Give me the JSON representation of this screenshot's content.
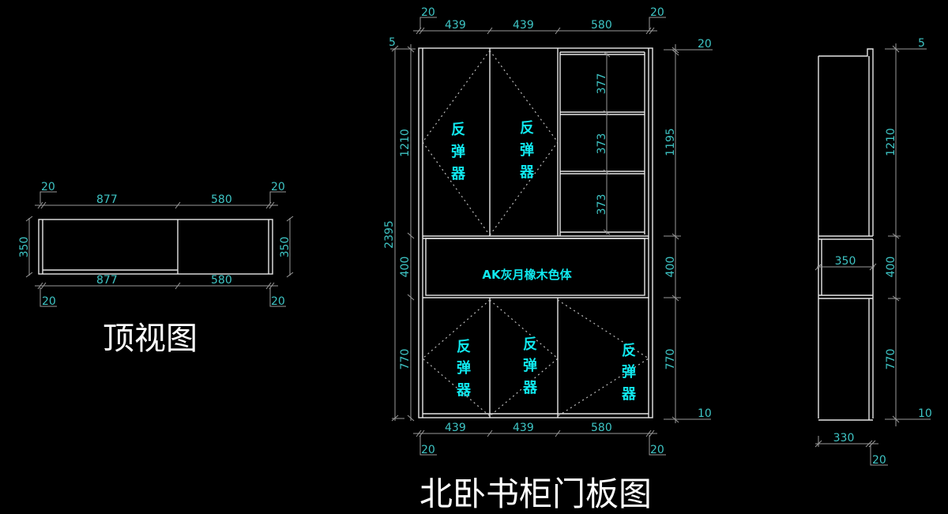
{
  "colors": {
    "background": "#000000",
    "outline": "#e6e6e6",
    "dimension_line": "#9a9a9a",
    "dimension_text": "#3ec4c4",
    "annotation_text": "#10e8ee"
  },
  "top_view": {
    "title": "顶视图",
    "top_dims": [
      "20",
      "877",
      "580",
      "20"
    ],
    "bottom_dims": [
      "877",
      "580"
    ],
    "bottom_side_dims": [
      "20",
      "20"
    ],
    "left_dim": "350",
    "right_dim": "350"
  },
  "front_view": {
    "title": "北卧书柜门板图",
    "top_dims": [
      "20",
      "439",
      "439",
      "580",
      "20"
    ],
    "bottom_dims": [
      "439",
      "439",
      "580"
    ],
    "bottom_side_dims": [
      "20",
      "20"
    ],
    "left_total": "2395",
    "left_top_offset": "5",
    "left_dims": [
      "1210",
      "400",
      "770"
    ],
    "right_top_offset": "20",
    "right_dims": [
      "1195",
      "400",
      "770"
    ],
    "right_bottom_offset": "10",
    "shelf_dims": [
      "377",
      "373",
      "373"
    ],
    "middle_label": "AK灰月橡木色体",
    "door_label_chars": [
      "反",
      "弹",
      "器"
    ]
  },
  "side_view": {
    "top_offset": "5",
    "right_dims": [
      "1210",
      "400",
      "770"
    ],
    "bottom_offset": "10",
    "inner_width": "350",
    "bottom_width": "330",
    "door_thickness": "20"
  }
}
